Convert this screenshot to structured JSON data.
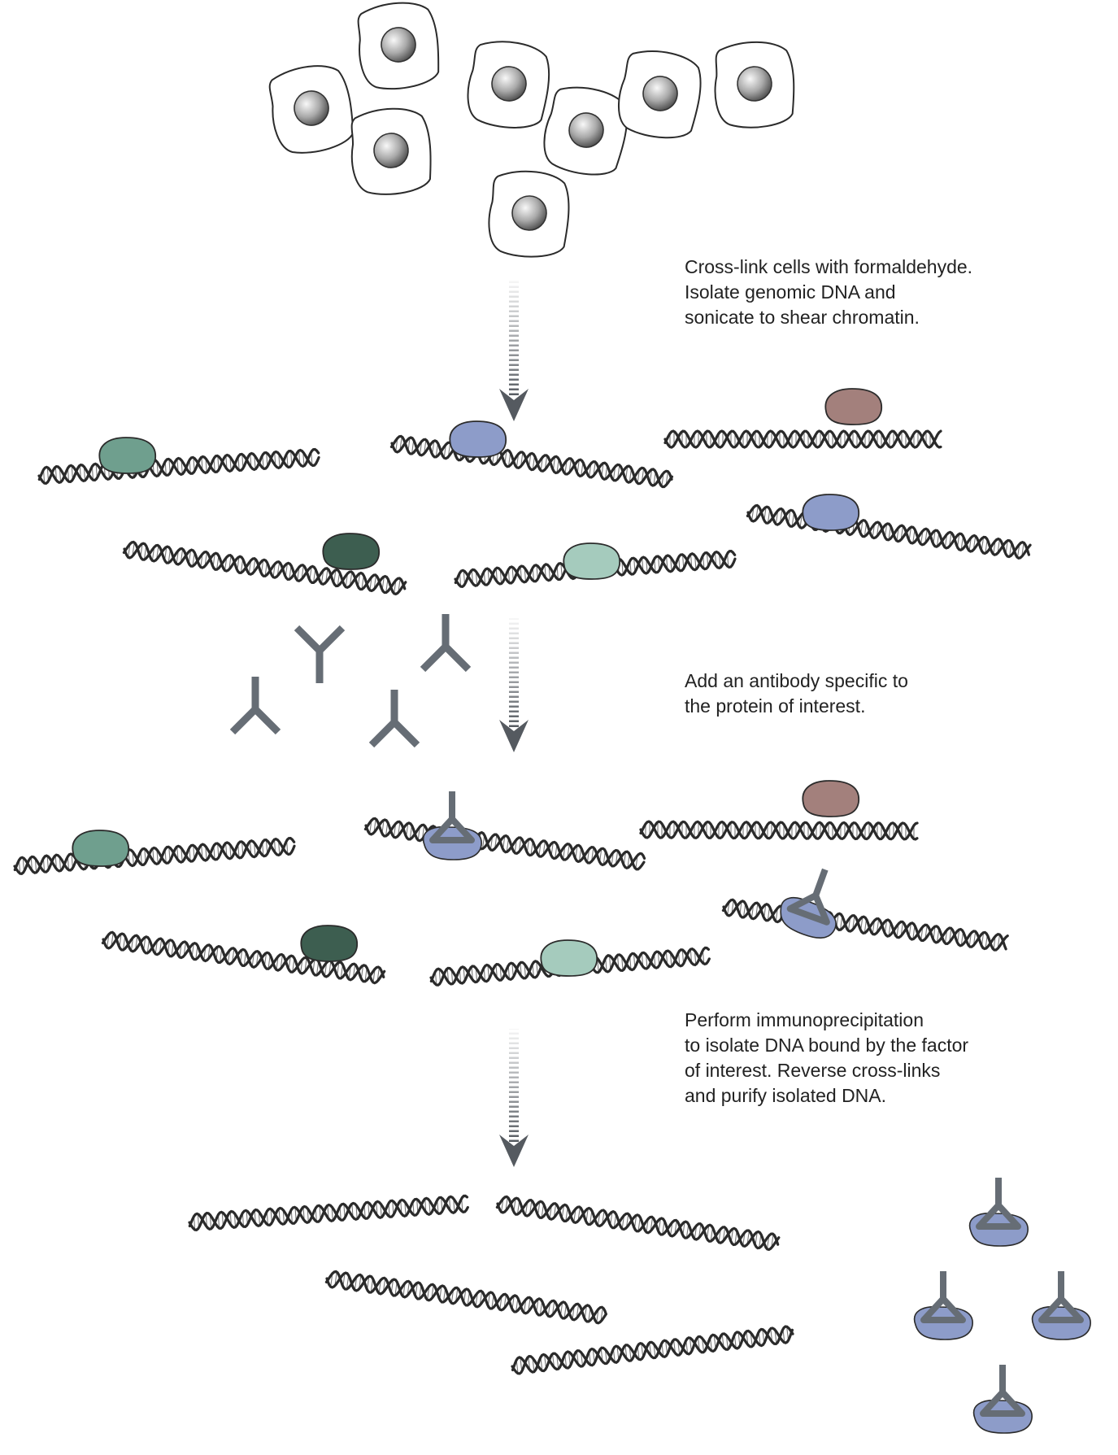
{
  "steps": [
    {
      "lines": [
        "Cross-link cells with formaldehyde.",
        "Isolate genomic DNA and",
        "sonicate to shear chromatin."
      ]
    },
    {
      "lines": [
        "Add an antibody specific to",
        "the protein of interest."
      ]
    },
    {
      "lines": [
        "Perform immunoprecipitation",
        "to isolate DNA bound by the factor",
        "of interest. Reverse cross-links",
        "and purify isolated DNA."
      ]
    }
  ],
  "icons": {
    "cell": "cell-icon",
    "dna": "dna-helix-icon",
    "protein": "dna-binding-protein-icon",
    "antibody": "antibody-icon",
    "complex": "antibody-protein-complex-icon",
    "arrow": "process-arrow-icon"
  },
  "colors": {
    "outline": "#2b2b2b",
    "arrow": "#555a60",
    "antibody": "#666d75",
    "protein_target": "#8d9cc9",
    "protein_brown": "#a3807c",
    "protein_teal": "#6f9f8e",
    "protein_dark": "#3d5e50",
    "protein_mint": "#a5cbbd"
  }
}
